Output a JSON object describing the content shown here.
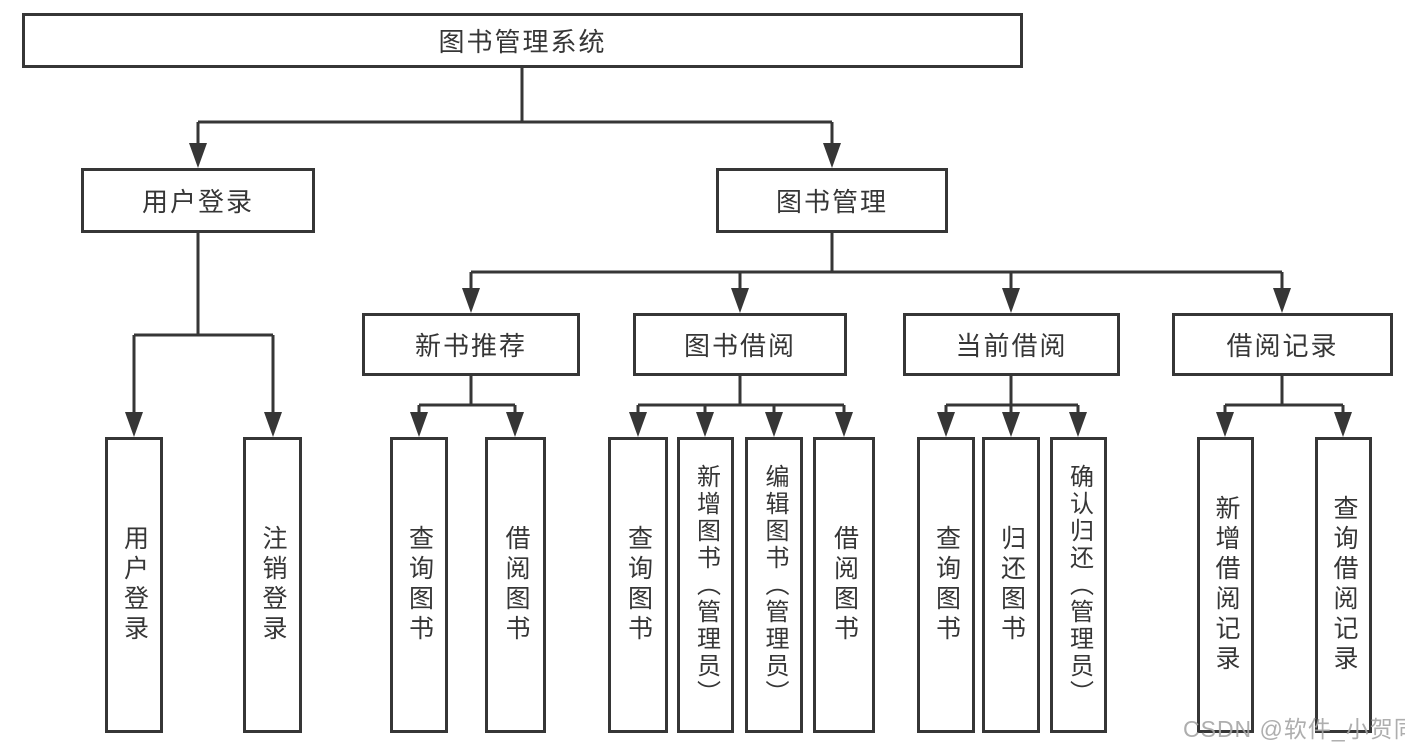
{
  "tree": {
    "root": "图书管理系统",
    "branches": [
      {
        "label": "用户登录",
        "leaves": [
          "用户登录",
          "注销登录"
        ]
      },
      {
        "label": "图书管理",
        "groups": [
          {
            "label": "新书推荐",
            "leaves": [
              "查询图书",
              "借阅图书"
            ]
          },
          {
            "label": "图书借阅",
            "leaves": [
              "查询图书",
              "新增图书（管理员）",
              "编辑图书（管理员）",
              "借阅图书"
            ]
          },
          {
            "label": "当前借阅",
            "leaves": [
              "查询图书",
              "归还图书",
              "确认归还（管理员）"
            ]
          },
          {
            "label": "借阅记录",
            "leaves": [
              "新增借阅记录",
              "查询借阅记录"
            ]
          }
        ]
      }
    ]
  },
  "watermark": "CSDN @软件_小贺同学",
  "colors": {
    "line": "#363636",
    "text": "#363636",
    "background": "#ffffff",
    "watermark": "#a5a5a5"
  }
}
